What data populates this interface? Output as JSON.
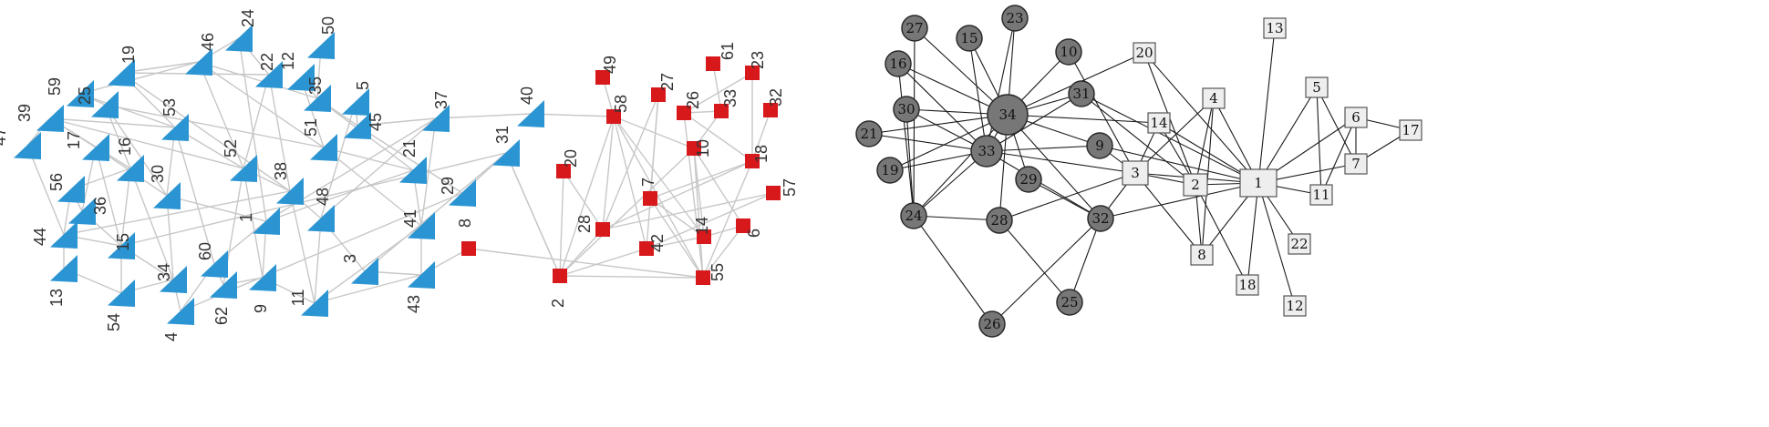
{
  "left_network": {
    "triangles": [
      "47",
      "39",
      "59",
      "25",
      "19",
      "46",
      "24",
      "22",
      "50",
      "12",
      "35",
      "5",
      "17",
      "16",
      "53",
      "52",
      "51",
      "45",
      "37",
      "40",
      "56",
      "36",
      "30",
      "38",
      "21",
      "31",
      "29",
      "44",
      "15",
      "34",
      "1",
      "48",
      "41",
      "13",
      "54",
      "4",
      "60",
      "62",
      "9",
      "11",
      "3",
      "43"
    ],
    "squares": [
      "49",
      "61",
      "23",
      "58",
      "27",
      "26",
      "33",
      "32",
      "20",
      "10",
      "18",
      "57",
      "7",
      "28",
      "42",
      "14",
      "6",
      "8",
      "2",
      "55"
    ],
    "edges": [
      [
        "47",
        "39"
      ],
      [
        "47",
        "44"
      ],
      [
        "39",
        "17"
      ],
      [
        "39",
        "16"
      ],
      [
        "39",
        "53"
      ],
      [
        "39",
        "52"
      ],
      [
        "59",
        "25"
      ],
      [
        "59",
        "46"
      ],
      [
        "59",
        "53"
      ],
      [
        "25",
        "16"
      ],
      [
        "25",
        "30"
      ],
      [
        "25",
        "51"
      ],
      [
        "19",
        "46"
      ],
      [
        "19",
        "53"
      ],
      [
        "19",
        "38"
      ],
      [
        "19",
        "22"
      ],
      [
        "46",
        "24"
      ],
      [
        "46",
        "52"
      ],
      [
        "46",
        "35"
      ],
      [
        "46",
        "51"
      ],
      [
        "24",
        "1"
      ],
      [
        "24",
        "22"
      ],
      [
        "22",
        "52"
      ],
      [
        "22",
        "38"
      ],
      [
        "50",
        "35"
      ],
      [
        "12",
        "35"
      ],
      [
        "12",
        "51"
      ],
      [
        "35",
        "21"
      ],
      [
        "35",
        "45"
      ],
      [
        "5",
        "45"
      ],
      [
        "5",
        "48"
      ],
      [
        "17",
        "30"
      ],
      [
        "17",
        "15"
      ],
      [
        "17",
        "36"
      ],
      [
        "16",
        "56"
      ],
      [
        "16",
        "15"
      ],
      [
        "16",
        "34"
      ],
      [
        "53",
        "30"
      ],
      [
        "53",
        "52"
      ],
      [
        "53",
        "60"
      ],
      [
        "52",
        "38"
      ],
      [
        "52",
        "9"
      ],
      [
        "52",
        "62"
      ],
      [
        "51",
        "21"
      ],
      [
        "51",
        "41"
      ],
      [
        "45",
        "37"
      ],
      [
        "45",
        "29"
      ],
      [
        "37",
        "40"
      ],
      [
        "37",
        "1"
      ],
      [
        "37",
        "48"
      ],
      [
        "37",
        "41"
      ],
      [
        "40",
        "58"
      ],
      [
        "56",
        "36"
      ],
      [
        "56",
        "44"
      ],
      [
        "36",
        "15"
      ],
      [
        "30",
        "1"
      ],
      [
        "30",
        "34"
      ],
      [
        "38",
        "48"
      ],
      [
        "38",
        "11"
      ],
      [
        "38",
        "44"
      ],
      [
        "21",
        "41"
      ],
      [
        "21",
        "1"
      ],
      [
        "31",
        "3"
      ],
      [
        "31",
        "29"
      ],
      [
        "31",
        "15"
      ],
      [
        "31",
        "2"
      ],
      [
        "29",
        "4"
      ],
      [
        "44",
        "15"
      ],
      [
        "44",
        "13"
      ],
      [
        "15",
        "34"
      ],
      [
        "15",
        "54"
      ],
      [
        "34",
        "54"
      ],
      [
        "34",
        "4"
      ],
      [
        "1",
        "60"
      ],
      [
        "1",
        "9"
      ],
      [
        "48",
        "11"
      ],
      [
        "48",
        "3"
      ],
      [
        "41",
        "43"
      ],
      [
        "41",
        "11"
      ],
      [
        "13",
        "54"
      ],
      [
        "4",
        "60"
      ],
      [
        "60",
        "62"
      ],
      [
        "62",
        "9"
      ],
      [
        "9",
        "11"
      ],
      [
        "3",
        "43"
      ],
      [
        "43",
        "11"
      ],
      [
        "8",
        "43"
      ],
      [
        "8",
        "55"
      ],
      [
        "2",
        "20"
      ],
      [
        "2",
        "31"
      ],
      [
        "2",
        "28"
      ],
      [
        "2",
        "58"
      ],
      [
        "2",
        "10"
      ],
      [
        "2",
        "55"
      ],
      [
        "20",
        "28"
      ],
      [
        "28",
        "27"
      ],
      [
        "28",
        "58"
      ],
      [
        "28",
        "57"
      ],
      [
        "58",
        "10"
      ],
      [
        "58",
        "55"
      ],
      [
        "58",
        "42"
      ],
      [
        "58",
        "14"
      ],
      [
        "27",
        "7"
      ],
      [
        "27",
        "42"
      ],
      [
        "26",
        "18"
      ],
      [
        "26",
        "55"
      ],
      [
        "26",
        "33"
      ],
      [
        "33",
        "10"
      ],
      [
        "32",
        "18"
      ],
      [
        "10",
        "14"
      ],
      [
        "10",
        "6"
      ],
      [
        "10",
        "55"
      ],
      [
        "18",
        "7"
      ],
      [
        "18",
        "28"
      ],
      [
        "18",
        "55"
      ],
      [
        "57",
        "42"
      ],
      [
        "7",
        "55"
      ],
      [
        "7",
        "14"
      ],
      [
        "42",
        "14"
      ],
      [
        "14",
        "6"
      ],
      [
        "6",
        "55"
      ],
      [
        "49",
        "58"
      ],
      [
        "61",
        "33"
      ],
      [
        "23",
        "18"
      ],
      [
        "23",
        "26"
      ],
      [
        "2",
        "42"
      ]
    ]
  },
  "right_network": {
    "circles": [
      "27",
      "15",
      "23",
      "16",
      "10",
      "31",
      "30",
      "34",
      "21",
      "33",
      "9",
      "19",
      "29",
      "24",
      "28",
      "32",
      "25",
      "26"
    ],
    "squares": [
      "20",
      "13",
      "4",
      "5",
      "14",
      "6",
      "17",
      "7",
      "3",
      "2",
      "1",
      "11",
      "8",
      "22",
      "18",
      "12"
    ],
    "edges": [
      [
        "34",
        "27"
      ],
      [
        "34",
        "15"
      ],
      [
        "34",
        "23"
      ],
      [
        "34",
        "16"
      ],
      [
        "34",
        "10"
      ],
      [
        "34",
        "31"
      ],
      [
        "34",
        "30"
      ],
      [
        "34",
        "21"
      ],
      [
        "34",
        "33"
      ],
      [
        "34",
        "9"
      ],
      [
        "34",
        "19"
      ],
      [
        "34",
        "29"
      ],
      [
        "34",
        "24"
      ],
      [
        "34",
        "28"
      ],
      [
        "34",
        "32"
      ],
      [
        "34",
        "20"
      ],
      [
        "34",
        "14"
      ],
      [
        "33",
        "15"
      ],
      [
        "33",
        "23"
      ],
      [
        "33",
        "16"
      ],
      [
        "33",
        "31"
      ],
      [
        "33",
        "30"
      ],
      [
        "33",
        "21"
      ],
      [
        "33",
        "9"
      ],
      [
        "33",
        "19"
      ],
      [
        "33",
        "24"
      ],
      [
        "33",
        "3"
      ],
      [
        "33",
        "32"
      ],
      [
        "27",
        "24"
      ],
      [
        "16",
        "24"
      ],
      [
        "30",
        "24"
      ],
      [
        "24",
        "28"
      ],
      [
        "24",
        "26"
      ],
      [
        "28",
        "25"
      ],
      [
        "28",
        "3"
      ],
      [
        "26",
        "32"
      ],
      [
        "25",
        "32"
      ],
      [
        "32",
        "1"
      ],
      [
        "32",
        "3"
      ],
      [
        "32",
        "29"
      ],
      [
        "9",
        "1"
      ],
      [
        "9",
        "3"
      ],
      [
        "10",
        "3"
      ],
      [
        "31",
        "2"
      ],
      [
        "31",
        "1"
      ],
      [
        "20",
        "1"
      ],
      [
        "20",
        "2"
      ],
      [
        "14",
        "3"
      ],
      [
        "14",
        "1"
      ],
      [
        "14",
        "2"
      ],
      [
        "4",
        "1"
      ],
      [
        "4",
        "2"
      ],
      [
        "4",
        "3"
      ],
      [
        "4",
        "8"
      ],
      [
        "13",
        "1"
      ],
      [
        "5",
        "1"
      ],
      [
        "5",
        "7"
      ],
      [
        "5",
        "11"
      ],
      [
        "6",
        "1"
      ],
      [
        "6",
        "7"
      ],
      [
        "6",
        "17"
      ],
      [
        "6",
        "11"
      ],
      [
        "7",
        "1"
      ],
      [
        "7",
        "17"
      ],
      [
        "3",
        "2"
      ],
      [
        "3",
        "1"
      ],
      [
        "3",
        "8"
      ],
      [
        "2",
        "1"
      ],
      [
        "2",
        "8"
      ],
      [
        "2",
        "18"
      ],
      [
        "1",
        "8"
      ],
      [
        "1",
        "11"
      ],
      [
        "1",
        "22"
      ],
      [
        "1",
        "18"
      ],
      [
        "1",
        "12"
      ]
    ]
  }
}
